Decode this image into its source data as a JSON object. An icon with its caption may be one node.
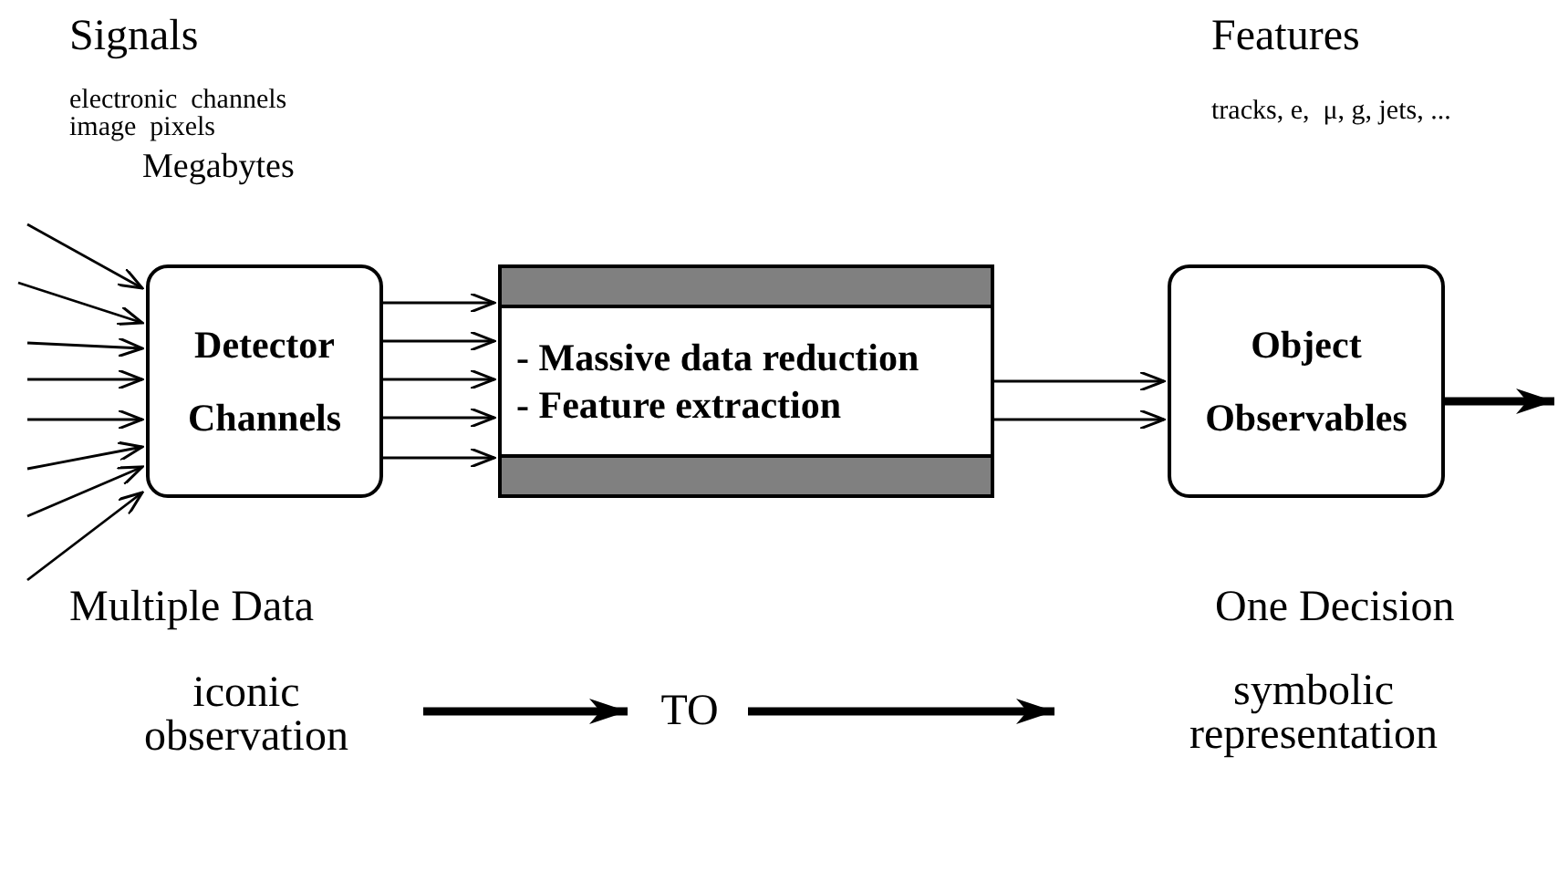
{
  "diagram": {
    "nodes": [
      {
        "text": [
          "Detector Channels"
        ]
      },
      {
        "text": [
          "- Massive data reduction",
          "- Feature extraction"
        ]
      },
      {
        "text": [
          "Object Observables"
        ]
      },
      {
        "text": [
          "iconic observation"
        ]
      },
      {
        "text": [
          "TO"
        ]
      },
      {
        "text": [
          "symbolic representation"
        ]
      }
    ],
    "edges": [
      {
        "from": null,
        "to": 0,
        "arrow": "to"
      },
      {
        "from": null,
        "to": 0,
        "arrow": "to"
      },
      {
        "from": null,
        "to": 0,
        "arrow": "to"
      },
      {
        "from": null,
        "to": 0,
        "arrow": "to"
      },
      {
        "from": null,
        "to": 0,
        "arrow": "to"
      },
      {
        "from": null,
        "to": 0,
        "arrow": "to"
      },
      {
        "from": null,
        "to": 0,
        "arrow": "to"
      },
      {
        "from": null,
        "to": 0,
        "arrow": "to"
      },
      {
        "from": 0,
        "to": 1,
        "arrow": "to"
      },
      {
        "from": 0,
        "to": 1,
        "arrow": "to"
      },
      {
        "from": 0,
        "to": 1,
        "arrow": "to"
      },
      {
        "from": 0,
        "to": 1,
        "arrow": "to"
      },
      {
        "from": 0,
        "to": 1,
        "arrow": "to"
      },
      {
        "from": 1,
        "to": 2,
        "arrow": "to"
      },
      {
        "from": 1,
        "to": 2,
        "arrow": "to"
      },
      {
        "from": 2,
        "to": null,
        "arrow": "to",
        "style": "thick"
      },
      {
        "from": 3,
        "to": 4,
        "arrow": "to",
        "style": "thick"
      },
      {
        "from": 4,
        "to": 5,
        "arrow": "to",
        "style": "thick"
      }
    ],
    "labels": [
      "Signals",
      "electronic  channels",
      "image  pixels",
      "Megabytes",
      "Features",
      "tracks, e,  μ, g, jets, ...",
      "Multiple Data",
      "One Decision"
    ]
  }
}
